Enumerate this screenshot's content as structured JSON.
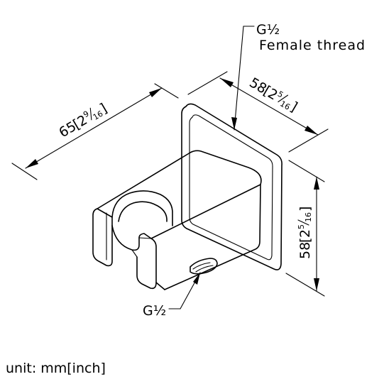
{
  "thread_top": {
    "size": "G½",
    "description": "Female thread"
  },
  "thread_bottom": {
    "size": "G½"
  },
  "dim_length": {
    "mm": "65",
    "inch_whole": "2",
    "inch_num": "9",
    "inch_den": "16"
  },
  "dim_width": {
    "mm": "58",
    "inch_whole": "2",
    "inch_num": "5",
    "inch_den": "16"
  },
  "dim_height": {
    "mm": "58",
    "inch_whole": "2",
    "inch_num": "5",
    "inch_den": "16"
  },
  "unit_note": "unit: mm[inch]"
}
